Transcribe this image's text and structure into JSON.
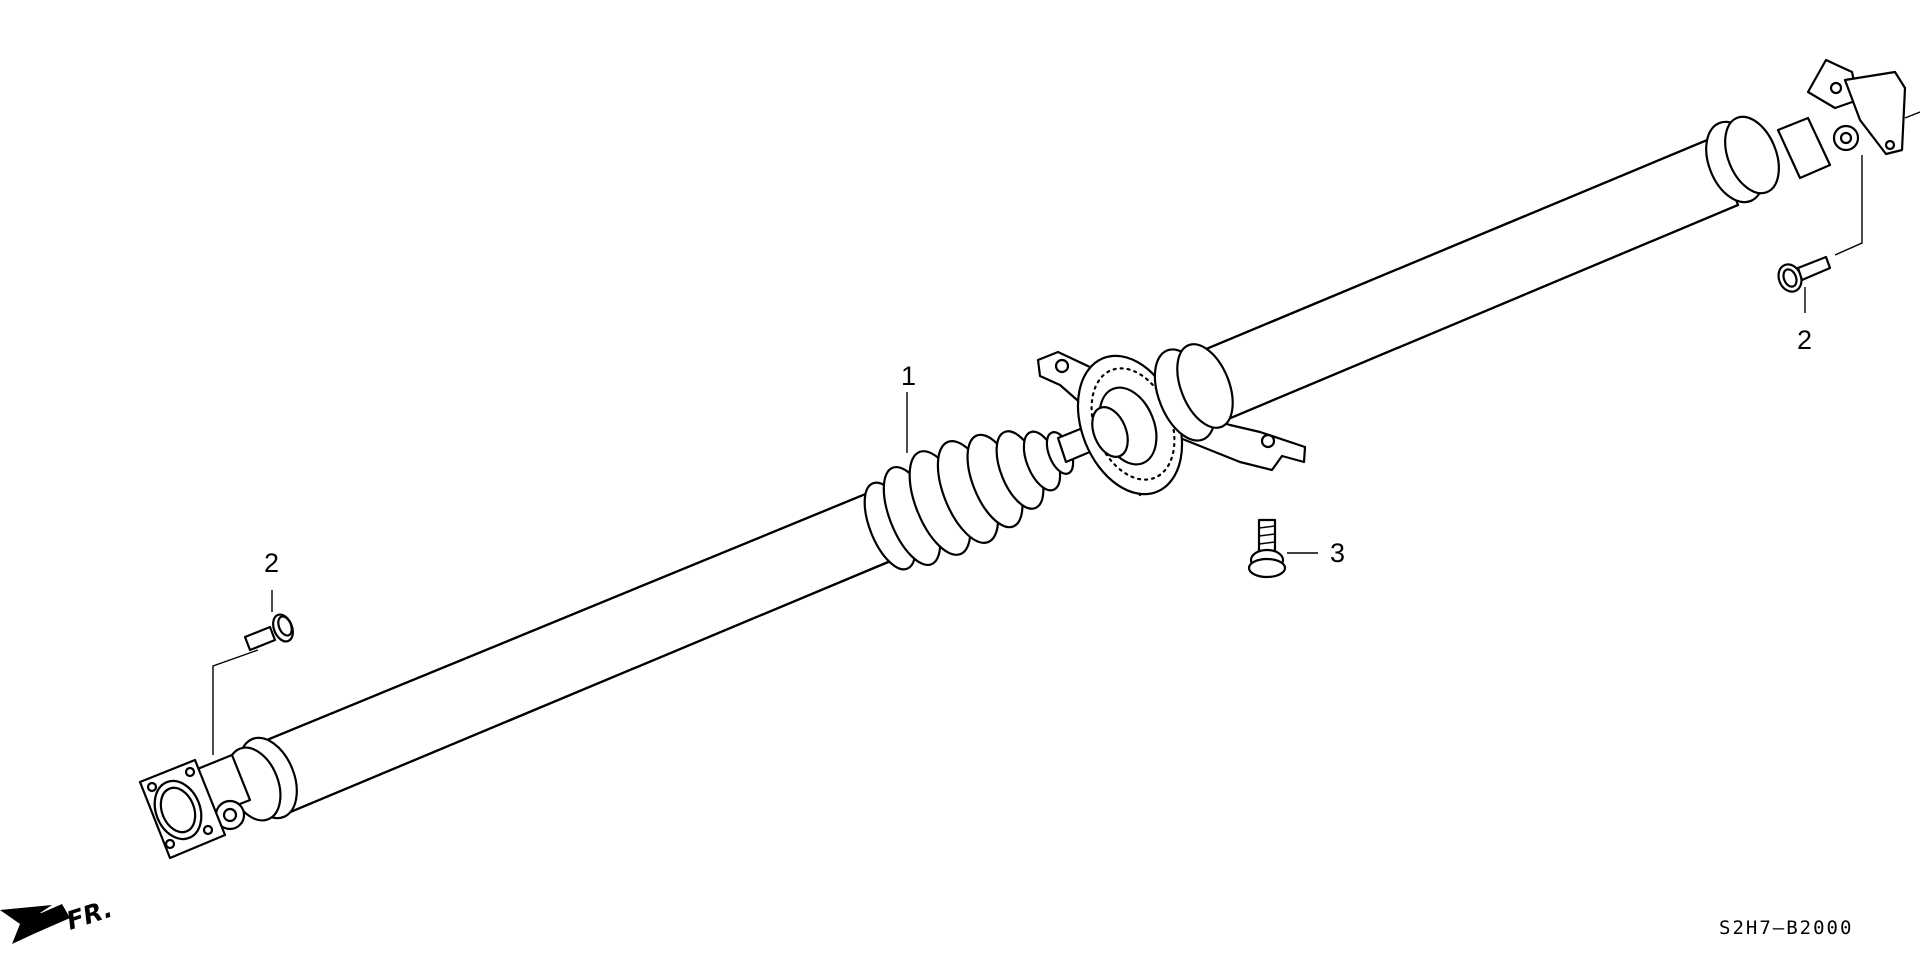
{
  "diagram": {
    "callouts": {
      "driveshaft": "1",
      "bolt_rear": "2",
      "bolt_front": "2",
      "bracket_bolt": "3"
    },
    "front_marker": "FR.",
    "diagram_code": "S2H7—B2000"
  },
  "icons": {
    "front_arrow": "arrow-left-down-icon"
  }
}
